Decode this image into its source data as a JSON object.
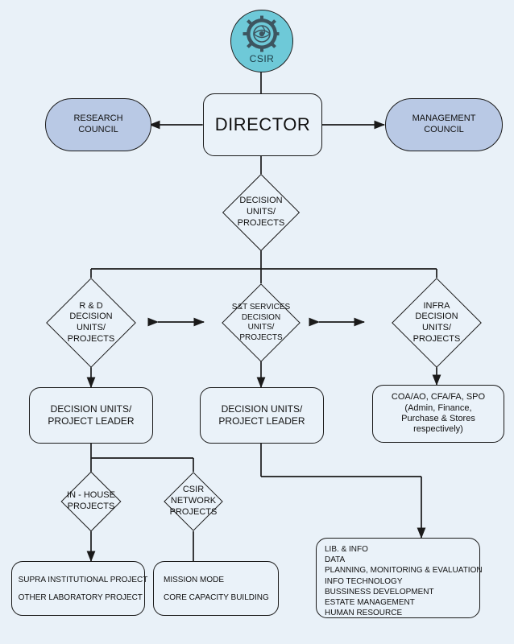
{
  "diagram": {
    "title": "CSIR Laboratory Decision Unit Organisational Flowchart",
    "background_color": "#e9f1f8",
    "accent_logo_color": "#6ec9d8",
    "council_fill_color": "#b9c9e5",
    "node_fill_color": "#eaf2f9",
    "stroke_color": "#1a1a1a"
  },
  "logo": {
    "icon": "csir-gear-emblem-icon",
    "label": "CSIR"
  },
  "nodes": {
    "director": {
      "label": "DIRECTOR"
    },
    "research_council": {
      "line1": "RESEARCH",
      "line2": "COUNCIL"
    },
    "management_council": {
      "line1": "MANAGEMENT",
      "line2": "COUNCIL"
    },
    "decision_units_projects": {
      "line1": "DECISION",
      "line2": "UNITS/",
      "line3": "PROJECTS"
    },
    "rd_decision": {
      "line1": "R & D",
      "line2": "DECISION",
      "line3": "UNITS/",
      "line4": "PROJECTS"
    },
    "st_services_decision": {
      "line1": "S&T SERVICES",
      "line2": "DECISION",
      "line3": "UNITS/",
      "line4": "PROJECTS"
    },
    "infra_decision": {
      "line1": "INFRA",
      "line2": "DECISION",
      "line3": "UNITS/",
      "line4": "PROJECTS"
    },
    "admin_roles": {
      "line1": "COA/AO, CFA/FA, SPO",
      "line2": "(Admin, Finance,",
      "line3": "Purchase & Stores",
      "line4": "respectively)"
    },
    "project_leader_left": {
      "line1": "DECISION UNITS/",
      "line2": "PROJECT LEADER"
    },
    "project_leader_mid": {
      "line1": "DECISION UNITS/",
      "line2": "PROJECT LEADER"
    },
    "in_house_projects": {
      "line1": "IN - HOUSE",
      "line2": "PROJECTS"
    },
    "csir_network_projects": {
      "line1": "CSIR",
      "line2": "NETWORK",
      "line3": "PROJECTS"
    },
    "in_house_outputs": {
      "item1": "SUPRA INSTITUTIONAL PROJECT",
      "item2": "OTHER LABORATORY PROJECT"
    },
    "network_outputs": {
      "item1": "MISSION MODE",
      "item2": "CORE CAPACITY BUILDING"
    },
    "support_services": {
      "items": [
        "LIB. & INFO",
        "DATA",
        "PLANNING, MONITORING & EVALUATION",
        "INFO TECHNOLOGY",
        "BUSSINESS DEVELOPMENT",
        "ESTATE MANAGEMENT",
        "HUMAN RESOURCE"
      ]
    }
  }
}
